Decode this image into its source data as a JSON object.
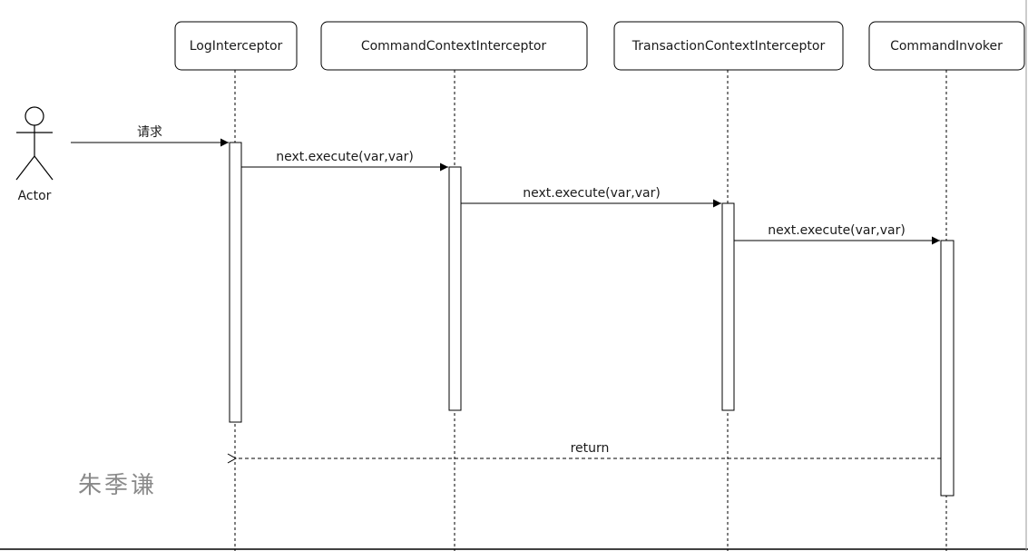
{
  "actor": {
    "label": "Actor"
  },
  "participants": [
    {
      "id": "log",
      "label": "LogInterceptor"
    },
    {
      "id": "ctx",
      "label": "CommandContextInterceptor"
    },
    {
      "id": "tx",
      "label": "TransactionContextInterceptor"
    },
    {
      "id": "inv",
      "label": "CommandInvoker"
    }
  ],
  "messages": [
    {
      "label": "请求",
      "from": "actor",
      "to": "log",
      "style": "solid"
    },
    {
      "label": "next.execute(var,var)",
      "from": "log",
      "to": "ctx",
      "style": "solid"
    },
    {
      "label": "next.execute(var,var)",
      "from": "ctx",
      "to": "tx",
      "style": "solid"
    },
    {
      "label": "next.execute(var,var)",
      "from": "tx",
      "to": "inv",
      "style": "solid"
    },
    {
      "label": "return",
      "from": "inv",
      "to": "log",
      "style": "dashed"
    }
  ],
  "signature": "朱季谦"
}
